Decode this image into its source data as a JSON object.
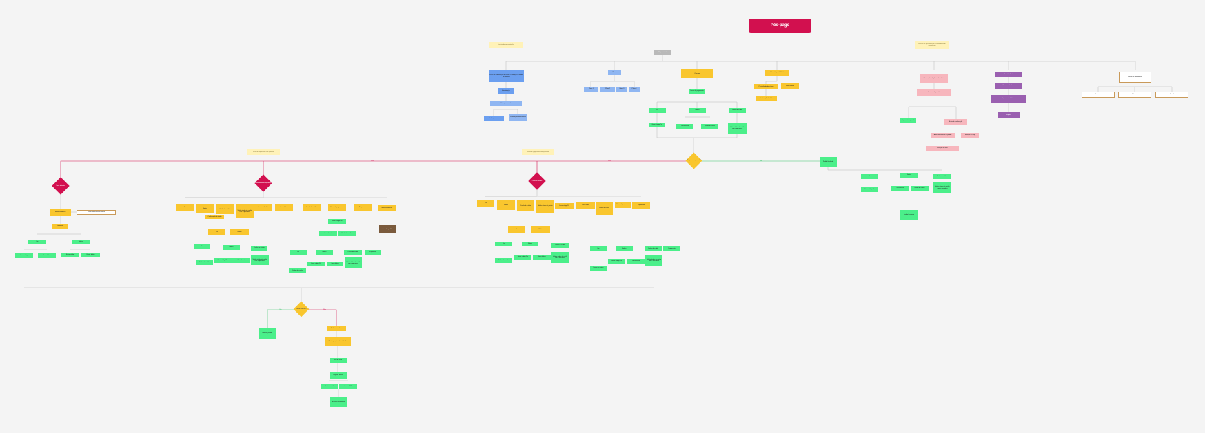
{
  "title": "Pós-pago",
  "notes": {
    "left": "Eventos de apresentação",
    "right": "Eventos de apresentação e consolidação de informações",
    "mid_left": "Fluxo de pagamento não aprovado",
    "mid_right": "Fluxo de pagamento não aprovado"
  },
  "root": "Página inicial",
  "branch_blue": {
    "head": "Fluxo de autenticação do cliente e validação de dados do cadastro",
    "n2": "Autenticação",
    "n3": "Validação de dados",
    "n4": "Dados pessoais",
    "n5": "Informações de endereço"
  },
  "branch_lightblue": {
    "head": "Planos",
    "items": [
      "Plano 1",
      "Plano 2",
      "Plano 3",
      "Plano 4"
    ]
  },
  "branch_center": {
    "head": "Checkout",
    "choose": "Forma de pagamento",
    "opt1": "Pix",
    "opt2": "Boleto",
    "opt3": "Cartão de crédito",
    "sub1": "Gerar código Pix",
    "sub2": "Gerar boleto",
    "sub3": "Dados do cartão",
    "sub4": "Validar dados do cartão com a operadora"
  },
  "branch_yellow": {
    "head": "Fluxo de portabilidade",
    "a": "Portabilidade de número",
    "b": "Novo número",
    "c": "Confirmação de dados"
  },
  "branch_pink": {
    "head": "Informações do plano e benefícios",
    "n2": "Resumo do pedido",
    "n3": "Pagamento aprovado",
    "n4": "Envio de confirmação",
    "n5": "Acompanhamento do pedido",
    "n6": "Entrega do chip",
    "n7": "Ativação da linha"
  },
  "branch_purple": {
    "a": "Área do cliente",
    "b": "Consumo de dados",
    "c": "Segunda via de fatura",
    "d": "Suporte"
  },
  "branch_white": {
    "head": "Central de atendimento",
    "items": [
      "Chat online",
      "Telefone",
      "E-mail"
    ]
  },
  "decision_main": "Pagamento aprovado?",
  "decision_main_yes": "Sim",
  "decision_main_no": "Não",
  "approved": "Pedido finalizado",
  "d1": "Nova tentativa",
  "d2": "Alterar forma de pagamento",
  "d3": "Cancelar pedido",
  "left_box": "Tentar novamente",
  "left_note": "Enviar notificação ao cliente",
  "left_pay": "Pagamento",
  "left_opts": [
    "Pix",
    "Boleto"
  ],
  "left_subs": [
    "Gerar código",
    "Gerar boleto",
    "Enviar código",
    "Enviar boleto"
  ],
  "decision_bottom": "Cliente retornou?",
  "bottom_yes": "Sim",
  "bottom_no": "Não",
  "bottom_left": "Retomar pedido",
  "bottom_chain": [
    "Pedido cancelado",
    "Enviar pesquisa de satisfação",
    "Fim do fluxo",
    "Registrar motivo",
    "Enviar e-mail",
    "Enviar SMS",
    "Encerrar atendimento"
  ],
  "colors": {
    "title": "#d2104f",
    "yellow": "#f9c62e",
    "green": "#4bef8a",
    "blue": "#8fb6f2",
    "pink": "#f7b6bd",
    "purple": "#9a5fb0",
    "line_red": "#d2104f",
    "line_green": "#3ec46d"
  }
}
